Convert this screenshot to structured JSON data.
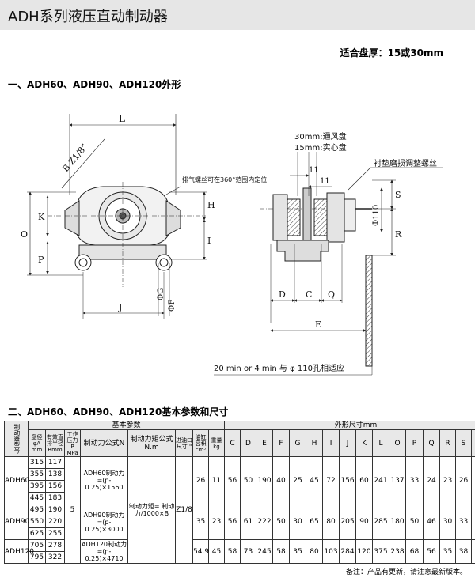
{
  "page": {
    "title": "ADH系列液压直动制动器",
    "thickness": "适合盘厚：15或30mm",
    "section1": "一、ADH60、ADH90、ADH120外形",
    "section2": "二、ADH60、ADH90、ADH120基本参数和尺寸",
    "note": "备注：产品有更新，请注意最新版本。"
  },
  "drawing": {
    "dim_L": "L",
    "dim_B": "B Z1/8\"",
    "vent_note": "排气螺丝可在360°范围内定位",
    "dim_O": "O",
    "dim_K": "K",
    "dim_P": "P",
    "dim_H": "H",
    "dim_I": "I",
    "dim_J": "J",
    "dim_G": "ΦG",
    "dim_F": "ΦF",
    "vent_disc": "30mm:通风盘",
    "solid_disc": "15mm:实心盘",
    "dim_11a": "11",
    "dim_11b": "11",
    "adjust_screw": "衬垫磨损调整螺丝",
    "dim_S": "S",
    "dim_110": "Φ110",
    "dim_R": "R",
    "dim_D": "D",
    "dim_C": "C",
    "dim_Q": "Q",
    "dim_E": "E",
    "min_note": "20 min or 4 min 与 φ 110孔相适应"
  },
  "table": {
    "h_model": "制动器型号",
    "h_basic": "基本参数",
    "h_dims": "外形尺寸mm",
    "h_disc": "盘径 φA mm",
    "h_eff": "有效直 排半径 Bmm",
    "h_press": "工作压力 P MPa",
    "h_force": "制动力公式N",
    "h_torque": "制动力矩公式 N.m",
    "h_inlet": "进油口尺寸 \"",
    "h_vol": "油缸容积 cm³",
    "h_weight": "重量 kg",
    "dim_cols": [
      "C",
      "D",
      "E",
      "F",
      "G",
      "H",
      "I",
      "J",
      "K",
      "L",
      "O",
      "P",
      "Q",
      "R",
      "S"
    ],
    "pressure": "5",
    "torque_formula": "制动力矩= 制动力/1000×B",
    "inlet": "Z1/8",
    "groups": [
      {
        "model": "ADH60",
        "rows": [
          [
            "315",
            "117"
          ],
          [
            "355",
            "138"
          ],
          [
            "395",
            "156"
          ],
          [
            "445",
            "183"
          ]
        ],
        "formula": "ADH60制动力 =(p-0.25)×1560",
        "vol": "26",
        "weight": "11",
        "dims": [
          "56",
          "50",
          "190",
          "40",
          "25",
          "45",
          "72",
          "156",
          "60",
          "241",
          "137",
          "33",
          "24",
          "23",
          "26"
        ]
      },
      {
        "model": "ADH90",
        "rows": [
          [
            "495",
            "190"
          ],
          [
            "550",
            "220"
          ],
          [
            "625",
            "255"
          ]
        ],
        "formula": "ADH90制动力 =(p-0.25)×3000",
        "vol": "35",
        "weight": "23",
        "dims": [
          "56",
          "61",
          "222",
          "50",
          "30",
          "65",
          "80",
          "205",
          "90",
          "285",
          "180",
          "50",
          "46",
          "30",
          "33"
        ]
      },
      {
        "model": "ADH120",
        "rows": [
          [
            "705",
            "278"
          ],
          [
            "795",
            "322"
          ]
        ],
        "formula": "ADH120制动力 =(p-0.25)×4710",
        "vol": "54.9",
        "weight": "45",
        "dims": [
          "58",
          "73",
          "245",
          "58",
          "35",
          "80",
          "103",
          "284",
          "120",
          "375",
          "238",
          "68",
          "56",
          "35",
          "38"
        ]
      }
    ]
  }
}
